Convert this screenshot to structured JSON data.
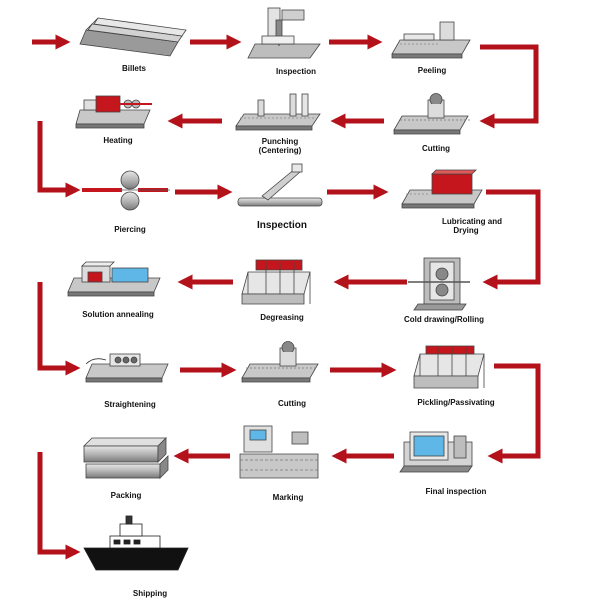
{
  "colors": {
    "arrow": "#b3121b",
    "steel": "#bfbfbf",
    "steel_dark": "#6f6f6f",
    "heat_red": "#c4161c",
    "water_blue": "#5fb7e8"
  },
  "steps": [
    {
      "id": "billets",
      "label": "Billets",
      "icon": "billets-icon"
    },
    {
      "id": "inspection-1",
      "label": "Inspection",
      "icon": "inspection-machine-icon"
    },
    {
      "id": "peeling",
      "label": "Peeling",
      "icon": "peeling-machine-icon"
    },
    {
      "id": "cutting-1",
      "label": "Cutting",
      "icon": "cutting-machine-icon"
    },
    {
      "id": "punching",
      "label": "Punching",
      "label2": "(Centering)",
      "icon": "punching-machine-icon"
    },
    {
      "id": "heating",
      "label": "Heating",
      "icon": "heating-furnace-icon"
    },
    {
      "id": "piercing",
      "label": "Piercing",
      "icon": "piercing-rolls-icon"
    },
    {
      "id": "inspection-2",
      "label": "Inspection",
      "icon": "tube-inspection-icon"
    },
    {
      "id": "lubricating",
      "label": "Lubricating and",
      "label2": "Drying",
      "icon": "lubricating-tank-icon"
    },
    {
      "id": "cold-drawing",
      "label": "Cold drawing/Rolling",
      "icon": "rolling-mill-icon"
    },
    {
      "id": "degreasing",
      "label": "Degreasing",
      "icon": "degreasing-rack-icon"
    },
    {
      "id": "solution-annealing",
      "label": "Solution annealing",
      "icon": "annealing-furnace-icon"
    },
    {
      "id": "straightening",
      "label": "Straightening",
      "icon": "straightening-machine-icon"
    },
    {
      "id": "cutting-2",
      "label": "Cutting",
      "icon": "cutting-machine-icon"
    },
    {
      "id": "pickling",
      "label": "Pickling/Passivating",
      "icon": "pickling-rack-icon"
    },
    {
      "id": "final-inspection",
      "label": "Final inspection",
      "icon": "final-inspection-icon"
    },
    {
      "id": "marking",
      "label": "Marking",
      "icon": "marking-machine-icon"
    },
    {
      "id": "packing",
      "label": "Packing",
      "icon": "packing-bundle-icon"
    },
    {
      "id": "shipping",
      "label": "Shipping",
      "icon": "ship-icon"
    }
  ]
}
